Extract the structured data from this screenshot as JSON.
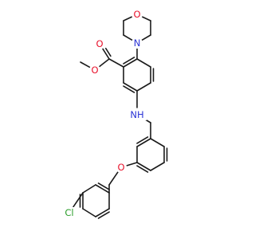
{
  "molecule": {
    "atoms": {
      "O_morph": {
        "label": "O",
        "color": "#e8102a"
      },
      "N_morph": {
        "label": "N",
        "color": "#2a33d6"
      },
      "O_carbonyl": {
        "label": "O",
        "color": "#e8102a"
      },
      "O_ester": {
        "label": "O",
        "color": "#e8102a"
      },
      "NH": {
        "label": "NH",
        "color": "#2a33d6"
      },
      "O_ether": {
        "label": "O",
        "color": "#e8102a"
      },
      "Cl": {
        "label": "Cl",
        "color": "#2a9d2a"
      }
    },
    "bond_color": "#1a1a1a",
    "background": "#ffffff"
  }
}
